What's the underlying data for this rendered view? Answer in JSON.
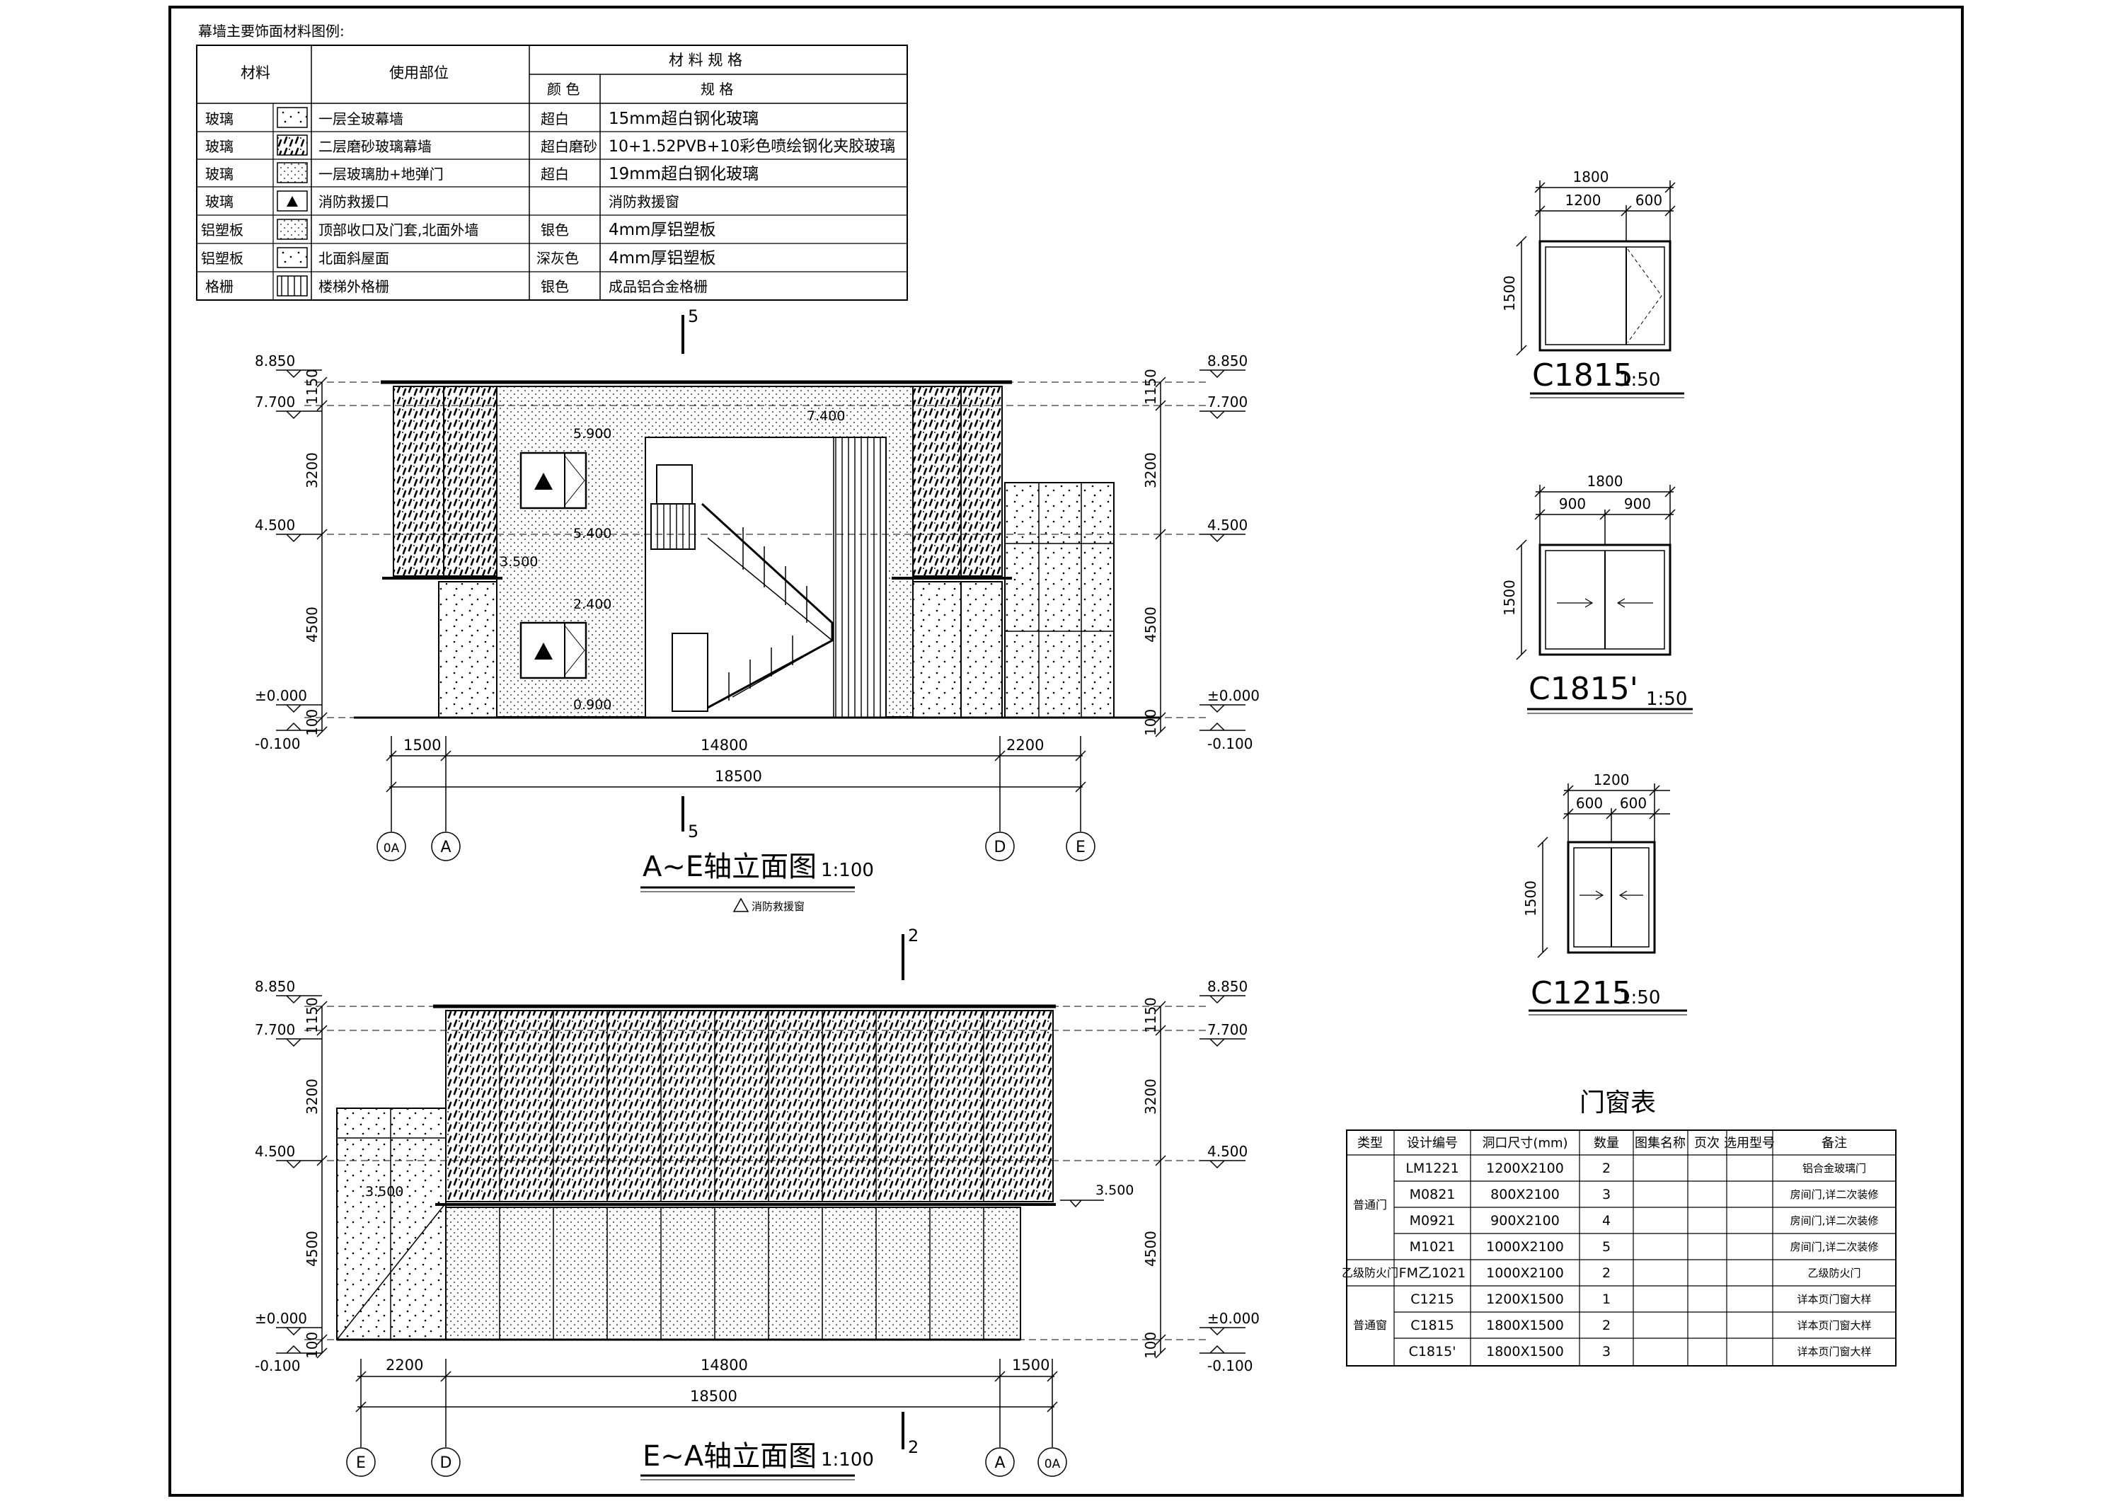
{
  "legend": {
    "title": "幕墙主要饰面材料图例:",
    "headers": {
      "material": "材料",
      "location": "使用部位",
      "spec_group": "材 料 规 格",
      "color": "颜 色",
      "spec": "规 格"
    },
    "rows": [
      {
        "material": "玻璃",
        "location": "一层全玻幕墙",
        "color": "超白",
        "spec": "15mm超白钢化玻璃"
      },
      {
        "material": "玻璃",
        "location": "二层磨砂玻璃幕墙",
        "color": "超白磨砂",
        "spec": "10+1.52PVB+10彩色喷绘钢化夹胶玻璃"
      },
      {
        "material": "玻璃",
        "location": "一层玻璃肋+地弹门",
        "color": "超白",
        "spec": "19mm超白钢化玻璃"
      },
      {
        "material": "玻璃",
        "location": "消防救援口",
        "color": "",
        "spec": "消防救援窗"
      },
      {
        "material": "铝塑板",
        "location": "顶部收口及门套,北面外墙",
        "color": "银色",
        "spec": "4mm厚铝塑板"
      },
      {
        "material": "铝塑板",
        "location": "北面斜屋面",
        "color": "深灰色",
        "spec": "4mm厚铝塑板"
      },
      {
        "material": "格栅",
        "location": "楼梯外格栅",
        "color": "银色",
        "spec": "成品铝合金格栅"
      }
    ]
  },
  "elev1": {
    "title": "A~E轴立面图",
    "title_suffix": "1:100",
    "section_mark": "5",
    "note": "消防救援窗",
    "levels_left": [
      "8.850",
      "7.700",
      "4.500",
      "±0.000",
      "-0.100"
    ],
    "levels_right": [
      "8.850",
      "7.700",
      "4.500",
      "±0.000",
      "-0.100"
    ],
    "v_dims": [
      "1150",
      "3200",
      "4500",
      "100"
    ],
    "h_dims": [
      "1500",
      "14800",
      "2200"
    ],
    "total": "18500",
    "axes": [
      "0A",
      "A",
      "D",
      "E"
    ],
    "inner_levels": [
      "7.400",
      "5.900",
      "5.400",
      "3.500",
      "2.400",
      "0.900"
    ]
  },
  "elev2": {
    "title": "E~A轴立面图",
    "title_suffix": "1:100",
    "section_mark": "2",
    "levels_left": [
      "8.850",
      "7.700",
      "4.500",
      "±0.000",
      "-0.100"
    ],
    "levels_right": [
      "8.850",
      "7.700",
      "4.500",
      "±0.000",
      "-0.100"
    ],
    "v_dims": [
      "1150",
      "3200",
      "4500",
      "100"
    ],
    "h_dims": [
      "2200",
      "14800",
      "1500"
    ],
    "total": "18500",
    "axes": [
      "E",
      "D",
      "A",
      "0A"
    ],
    "inner_levels": [
      "3.500",
      "3.500"
    ]
  },
  "windows": [
    {
      "name": "C1815",
      "scale": "1:50",
      "total": "1800",
      "parts": [
        "1200",
        "600"
      ],
      "height": "1500"
    },
    {
      "name": "C1815'",
      "scale": "1:50",
      "total": "1800",
      "parts": [
        "900",
        "900"
      ],
      "height": "1500"
    },
    {
      "name": "C1215",
      "scale": "1:50",
      "total": "1200",
      "parts": [
        "600",
        "600"
      ],
      "height": "1500"
    }
  ],
  "door_table": {
    "title": "门窗表",
    "headers": [
      "类型",
      "设计编号",
      "洞口尺寸(mm)",
      "数量",
      "图集名称",
      "页次",
      "选用型号",
      "备注"
    ],
    "rows": [
      {
        "type": "",
        "code": "LM1221",
        "size": "1200X2100",
        "qty": "2",
        "note": "铝合金玻璃门"
      },
      {
        "type": "普通门",
        "code": "M0821",
        "size": "800X2100",
        "qty": "3",
        "note": "房间门,详二次装修"
      },
      {
        "type": "",
        "code": "M0921",
        "size": "900X2100",
        "qty": "4",
        "note": "房间门,详二次装修"
      },
      {
        "type": "",
        "code": "M1021",
        "size": "1000X2100",
        "qty": "5",
        "note": "房间门,详二次装修"
      },
      {
        "type": "乙级防火门",
        "code": "FM乙1021",
        "size": "1000X2100",
        "qty": "2",
        "note": "乙级防火门"
      },
      {
        "type": "",
        "code": "C1215",
        "size": "1200X1500",
        "qty": "1",
        "note": "详本页门窗大样"
      },
      {
        "type": "普通窗",
        "code": "C1815",
        "size": "1800X1500",
        "qty": "2",
        "note": "详本页门窗大样"
      },
      {
        "type": "",
        "code": "C1815'",
        "size": "1800X1500",
        "qty": "3",
        "note": "详本页门窗大样"
      }
    ]
  }
}
